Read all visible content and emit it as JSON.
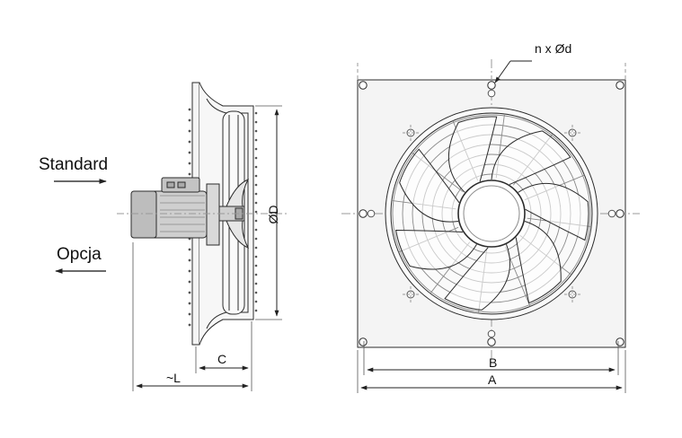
{
  "labels": {
    "standard": "Standard",
    "option": "Opcja",
    "hole_spec": "n x  Ød",
    "diameter": "ØD",
    "dim_c": "C",
    "dim_l": "~L",
    "dim_b": "B",
    "dim_a": "A"
  },
  "colors": {
    "line": "#2b2b2b",
    "motor": "#cfcfcf",
    "motor_dark": "#a9a9a9",
    "plate": "#f4f4f4",
    "guard": "#8a8a8a",
    "center_line": "#999999"
  },
  "fan": {
    "blade_count": 7,
    "guard_rings": 7,
    "guard_spokes": 12,
    "mounting_holes_outer": 8,
    "mounting_holes_inner": 4
  }
}
